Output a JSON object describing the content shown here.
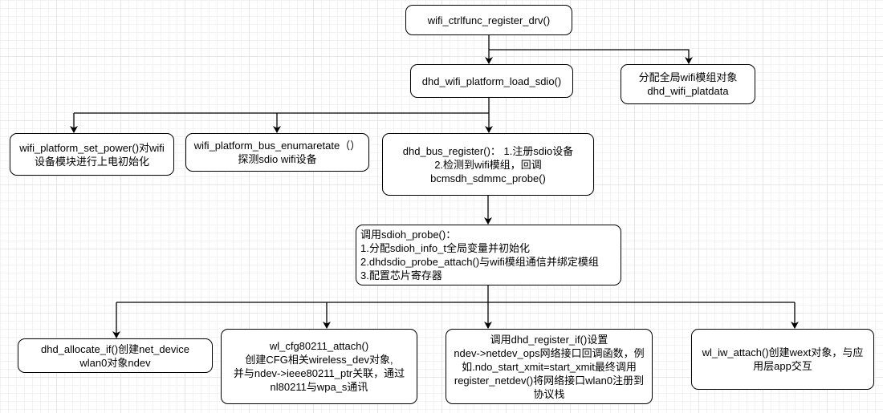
{
  "nodes": {
    "register_drv": {
      "lines": [
        "wifi_ctrlfunc_register_drv()"
      ]
    },
    "load_sdio": {
      "lines": [
        "dhd_wifi_platform_load_sdio()"
      ]
    },
    "alloc_platdata": {
      "lines": [
        "分配全局wifi模组对象",
        "dhd_wifi_platdata"
      ]
    },
    "set_power": {
      "lines": [
        "wifi_platform_set_power()对wifi",
        "设备模块进行上电初始化"
      ]
    },
    "bus_enumerate": {
      "lines": [
        "wifi_platform_bus_enumaretate（）",
        "探测sdio wifi设备"
      ]
    },
    "bus_register": {
      "lines": [
        "dhd_bus_register()： 1.注册sdio设备",
        "2.检测到wifi模组，回调",
        "bcmsdh_sdmmc_probe()"
      ]
    },
    "sdioh_probe": {
      "lines": [
        "调用sdioh_probe()：",
        "1.分配sdioh_info_t全局变量并初始化",
        "2.dhdsdio_probe_attach()与wifi模组通信并绑定模组",
        "3.配置芯片寄存器"
      ]
    },
    "allocate_if": {
      "lines": [
        "dhd_allocate_if()创建net_device",
        "wlan0对象ndev"
      ]
    },
    "cfg80211_attach": {
      "lines": [
        "wl_cfg80211_attach()",
        "创建CFG相关wireless_dev对象,",
        "并与ndev->ieee80211_ptr关联，通过",
        "nl80211与wpa_s通讯"
      ]
    },
    "register_if": {
      "lines": [
        "调用dhd_register_if()设置",
        "ndev->netdev_ops网络接口回调函数，例",
        "如.ndo_start_xmit=start_xmit最终调用",
        "register_netdev()将网络接口wlan0注册到",
        "协议栈"
      ]
    },
    "iw_attach": {
      "lines": [
        "wl_iw_attach()创建wext对象，与应",
        "用层app交互"
      ]
    }
  }
}
